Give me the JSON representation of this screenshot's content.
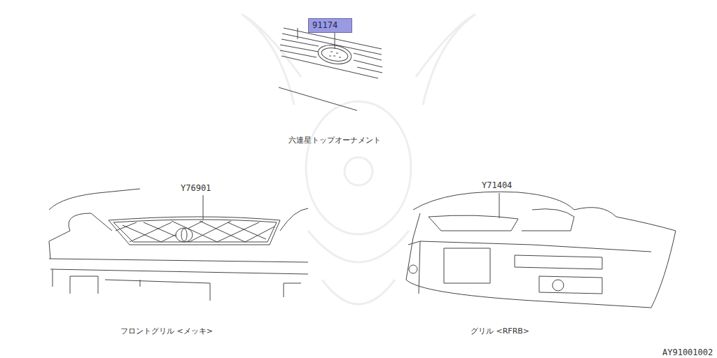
{
  "diagram": {
    "nodes": [
      {
        "text": [
          "91174"
        ]
      }
    ],
    "labels": [
      "六連星トップオーナメント",
      "Y76901",
      "フロントグリル <メッキ>",
      "Y71404",
      "グリル <RFRB>",
      "AY91001002"
    ]
  }
}
